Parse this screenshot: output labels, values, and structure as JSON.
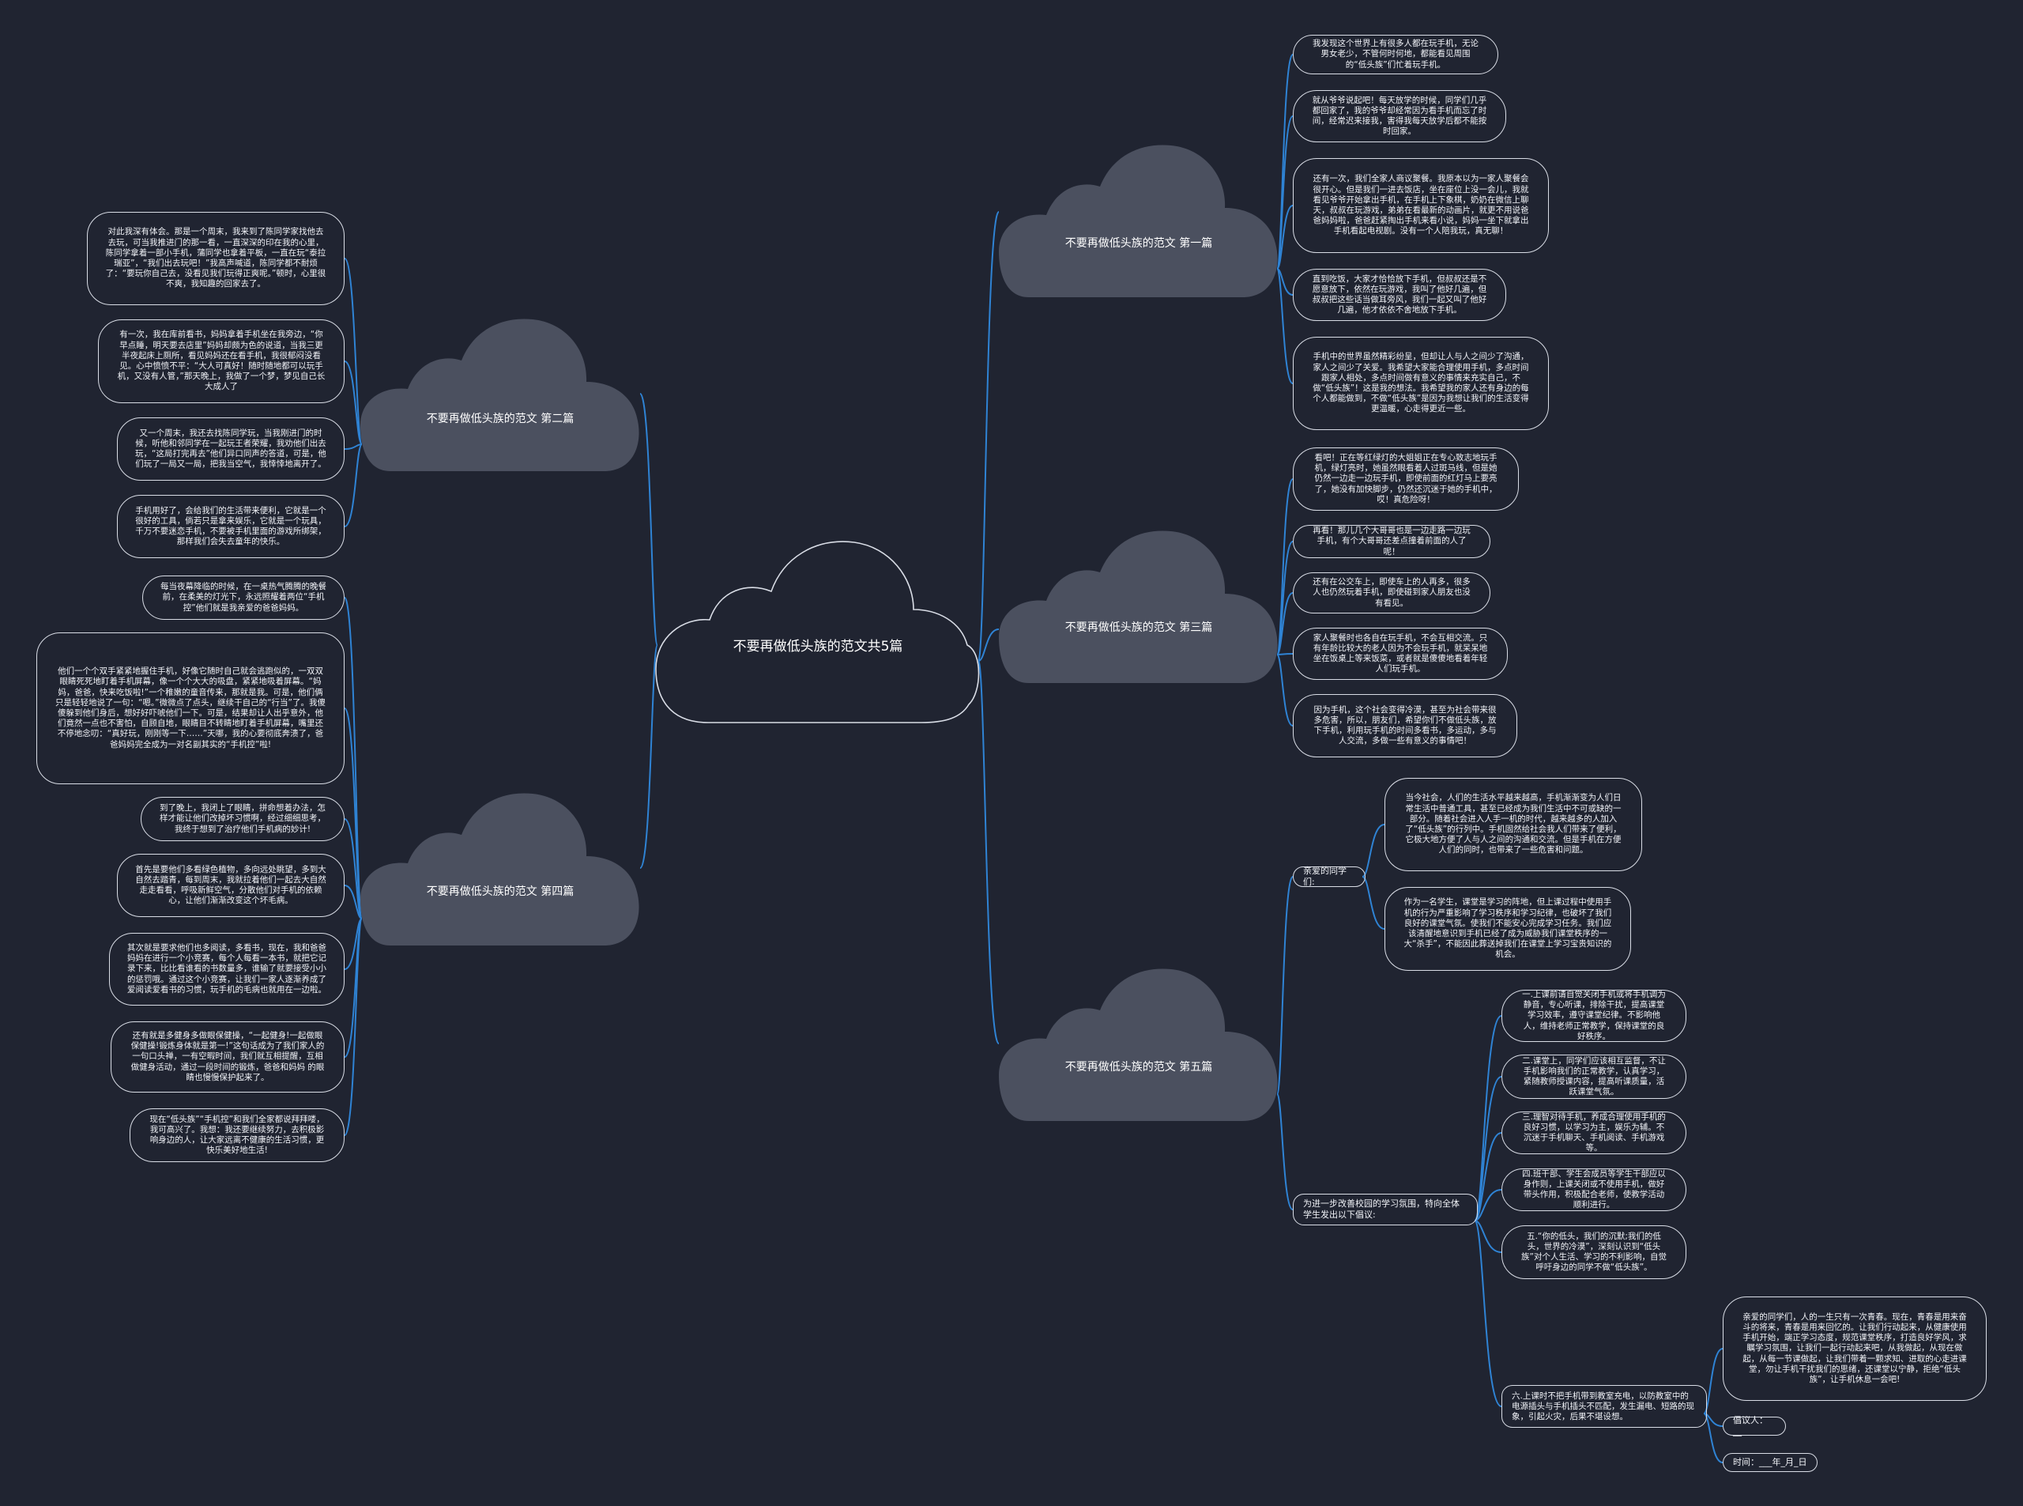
{
  "root": {
    "title": "不要再做低头族的范文共5篇"
  },
  "branches": {
    "b1": {
      "title": "不要再做低头族的范文 第一篇"
    },
    "b2": {
      "title": "不要再做低头族的范文 第二篇"
    },
    "b3": {
      "title": "不要再做低头族的范文 第三篇"
    },
    "b4": {
      "title": "不要再做低头族的范文 第四篇"
    },
    "b5": {
      "title": "不要再做低头族的范文 第五篇"
    }
  },
  "b1_leaves": [
    "我发现这个世界上有很多人都在玩手机，无论男女老少，不管何时何地，都能看见周围的“低头族”们忙着玩手机。",
    "就从爷爷说起吧！每天放学的时候，同学们几乎都回家了，我的爷爷却经常因为看手机而忘了时间，经常迟来接我，害得我每天放学后都不能按时回家。",
    "还有一次，我们全家人商议聚餐。我原本以为一家人聚餐会很开心。但是我们一进去饭店，坐在座位上没一会儿，我就看见爷爷开始拿出手机，在手机上下象棋，奶奶在微信上聊天，叔叔在玩游戏，弟弟在看最新的动画片，就更不用说爸爸妈妈啦，爸爸赶紧掏出手机来看小说，妈妈一坐下就拿出手机看起电视剧。没有一个人陪我玩，真无聊！",
    "直到吃饭，大家才恰恰放下手机，但叔叔还是不愿意放下，依然在玩游戏，我叫了他好几遍，但叔叔把这些话当做耳旁风，我们一起又叫了他好几遍，他才依依不舍地放下手机。",
    "手机中的世界虽然精彩纷呈，但却让人与人之间少了沟通，家人之间少了关爱。我希望大家能合理使用手机，多点时间跟家人相处，多点时间做有意义的事情来充实自己，不做“低头族”！这是我的想法。我希望我的家人还有身边的每个人都能做到，不做“低头族”是因为我想让我们的生活变得更温暖，心走得更近一些。"
  ],
  "b2_leaves": [
    "对此我深有体会。那是一个周末，我来到了陈同学家找他去去玩，可当我推进门的那一看，一直深深的印在我的心里，陈同学拿着一部小手机，蒲同学也拿着平板，一直在玩“泰拉瑞亚”，“我们出去玩吧！”我高声喊道，陈同学都不耐烦了：“要玩你自己去，没看见我们玩得正爽呢。”顿时，心里很不爽，我知趣的回家去了。",
    "有一次，我在库前看书，妈妈拿着手机坐在我旁边，“你早点睡，明天要去店里”妈妈却颇为色的说道，当我三更半夜起床上厕所，看见妈妈还在看手机，我很郁闷没看见。心中愤愤不平：“大人可真好！随时随地都可以玩手机，又没有人管，”那天晚上，我做了一个梦，梦见自己长大成人了",
    "又一个周末，我还去找陈同学玩，当我刚进门的时候，听他和邻同学在一起玩王者荣耀，我劝他们出去玩，“这局打完再去”他们异口同声的答道，可是，他们玩了一局又一局，把我当空气，我悻悻地离开了。",
    "手机用好了，会给我们的生活带来便利，它就是一个很好的工具，倘若只是拿来娱乐，它就是一个玩具，千万不要迷恋手机，不要被手机里面的游戏所绑架，那样我们会失去童年的快乐。"
  ],
  "b3_leaves": [
    "看吧！正在等红绿灯的大姐姐正在专心致志地玩手机，绿灯亮时，她虽然眼看着人过斑马线，但是她仍然一边走一边玩手机，即使前面的红灯马上要亮了，她没有加快脚步，仍然还沉迷于她的手机中，哎！真危险呀！",
    "再看！那儿几个大哥哥也是一边走路一边玩手机，有个大哥哥还差点撞着前面的人了呢！",
    "还有在公交车上，即使车上的人再多，很多人也仍然玩着手机，即使碰到家人朋友也没有看见。",
    "家人聚餐时也各自在玩手机，不会互相交流。只有年龄比较大的老人因为不会玩手机，就呆呆地坐在饭桌上等来饭菜，或者就是傻傻地看着年轻人们玩手机。",
    "因为手机，这个社会变得冷漠，甚至为社会带来很多危害，所以，朋友们，希望你们不做低头族，放下手机，利用玩手机的时间多看书，多运动，多与人交流，多做一些有意义的事情吧！"
  ],
  "b4_leaves": [
    "每当夜幕降临的时候，在一桌热气腾腾的晚餐前，在柔美的灯光下，永远照耀着两位“手机控”他们就是我亲爱的爸爸妈妈。",
    "他们一个个双手紧紧地握住手机，好像它随时自己就会逃跑似的，一双双眼睛死死地盯着手机屏幕，像一个个大大的吸盘，紧紧地吸着屏幕。“妈妈，爸爸，快来吃饭啦!”一个稚嫩的童音传来，那就是我。可是，他们俩只是轻轻地说了一句：“嗯。”微微点了点头，继续干自己的“行当”了。我傻傻躲到他们身后，想好好吓唬他们一下。可是，结果却让人出乎意外，他们竟然一点也不害怕，自顾自地，眼睛目不转睛地盯着手机屏幕，嘴里还不停地念叨：“真好玩，刚刚等一下……”天哪，我的心要彻底奔溃了，爸爸妈妈完全成为一对名副其实的“手机控”啦!",
    "到了晚上，我闭上了眼睛，拼命想着办法，怎样才能让他们改掉坏习惯啊，经过细细思考，我终于想到了治疗他们手机病的妙计!",
    "首先是要他们多看绿色植物，多向远处眺望，多到大自然去踏青，每到周末，我就拉着他们一起去大自然走走看看，呼吸新鲜空气，分散他们对手机的依赖心，让他们渐渐改变这个坏毛病。",
    "其次就是要求他们也多阅读，多看书，现在，我和爸爸妈妈在进行一个小竞赛，每个人每看一本书，就把它记录下来，比比看谁看的书数量多，谁输了就要接受小小的惩罚哦。通过这个小竞赛，让我们一家人逐渐养成了爱阅读爱看书的习惯，玩手机的毛病也就用在一边啦。",
    "还有就是多健身多做眼保健操，“一起健身!一起做眼保健操!锻炼身体就是第一!”这句话成为了我们家人的一句口头禅，一有空暇时间，我们就互相提醒，互相做健身活动，通过一段时间的锻炼，爸爸和妈妈 的眼睛也慢慢保护起来了。",
    "现在“低头族”“手机控”和我们全家都说拜拜喽，我可高兴了。我想：我还要继续努力，去积极影响身边的人，让大家远离不健康的生活习惯，更快乐美好地生活!"
  ],
  "b5": {
    "sub1": "亲爱的同学们:",
    "sub1_leaves": [
      "当今社会，人们的生活水平越来越高，手机渐渐变为人们日常生活中普通工具，甚至已经成为我们生活中不可或缺的一部分。随着社会进入人手一机的时代，越来越多的人加入了“低头族”的行列中。手机固然给社会我人们带来了便利，它极大地方便了人与人之间的沟通和交流。但是手机在方便人们的同时，也带来了一些危害和问题。",
      "作为一名学生，课堂是学习的阵地，但上课过程中使用手机的行为严重影响了学习秩序和学习纪律，也破坏了我们良好的课堂气氛。使我们不能安心完成学习任务。我们应该清醒地意识到手机已经了成为威胁我们课堂秩序的一大“杀手”，不能因此葬送掉我们在课堂上学习宝贵知识的机会。"
    ],
    "sub2": "为进一步改善校园的学习氛围，特向全体学生发出以下倡议:",
    "sub2_items": [
      "一.上课前请自觉关闭手机或将手机调为静音，专心听课，排除干扰，提高课堂学习效率，遵守课堂纪律。不影响他人，维持老师正常教学，保持课堂的良好秩序。",
      "二.课堂上，同学们应该相互监督，不让手机影响我们的正常教学，认真学习，紧随教师授课内容，提高听课质量，活跃课堂气氛。",
      "三.理智对待手机，养成合理使用手机的良好习惯，以学习为主，娱乐为辅。不沉迷于手机聊天、手机阅读、手机游戏等。",
      "四.班干部、学生会成员等学生干部应以身作则，上课关闭或不使用手机，做好带头作用，积极配合老师，使教学活动顺利进行。",
      "五.“你的低头，我们的沉默;我们的低头，世界的冷漠”，深刻认识到“低头族”对个人生活、学习的不利影响，自觉呼吁身边的同学不做“低头族”。",
      "六.上课时不把手机带到教室充电，以防教室中的电源插头与手机插头不匹配，发生漏电、短路的现象，引起火灾，后果不堪设想。"
    ],
    "sub3_leaf": "亲爱的同学们，人的一生只有一次青春。现在，青春是用来奋斗的将来，青春是用来回忆的。让我们行动起来，从健康使用手机开始，端正学习态度，规范课堂秩序，打造良好学风，求瞩学习氛围，让我们一起行动起来吧，从我做起，从现在做起，从每一节课做起，让我们带着一颗求知、进取的心走进课堂，勿让手机干扰我们的思绪，还课堂以宁静，拒绝“低头族”，让手机休息一会吧!",
    "initiator": "倡议人：__",
    "date": "时间：___年_月_日"
  },
  "colors": {
    "background": "#202431",
    "cloud": "#4b505f",
    "link": "#2f83d4",
    "border": "#d9dde6"
  }
}
